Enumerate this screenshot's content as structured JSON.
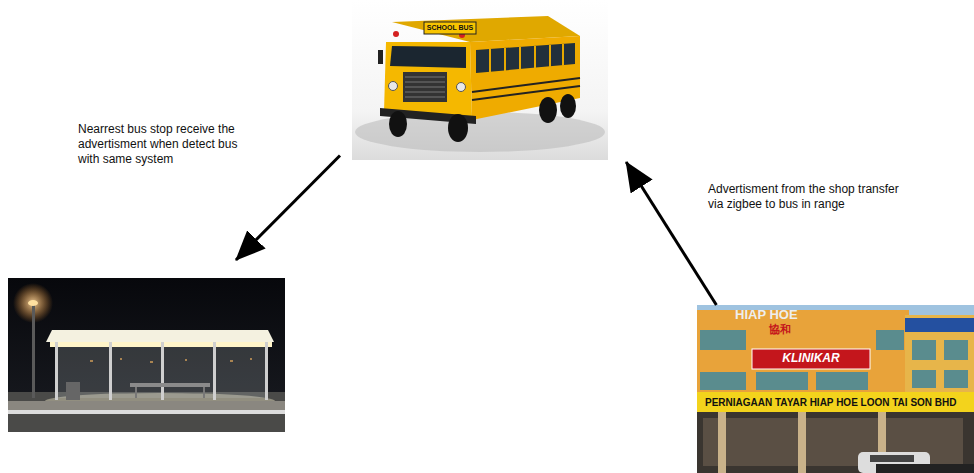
{
  "diagram": {
    "nodes": [
      {
        "text": [
          "SCHOOL BUS"
        ]
      },
      {
        "text": []
      },
      {
        "text": [
          "HIAP HOE",
          "協和",
          "KLINIKAR",
          "PERNIAGAAN TAYAR HIAP HOE LOON TAI SON BHD"
        ]
      }
    ],
    "edges": [
      {
        "from": 0,
        "to": 1,
        "arrow": "to",
        "label": "Nearrest bus stop receive the advertisment when detect bus with same system"
      },
      {
        "from": 2,
        "to": 0,
        "arrow": "to",
        "label": "Advertisment from the shop transfer via zigbee to bus in range"
      }
    ]
  }
}
